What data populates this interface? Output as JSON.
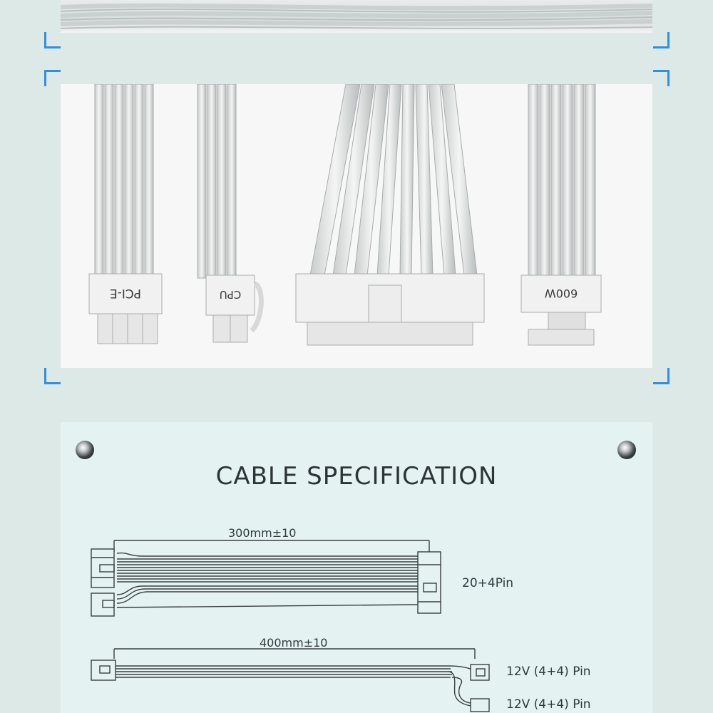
{
  "connectors": {
    "pcie": "PCI-E",
    "cpu": "CPU",
    "gpu_600w": "600W"
  },
  "spec": {
    "title": "CABLE SPECIFICATION",
    "atx": {
      "length": "300mm±10",
      "name": "20+4Pin"
    },
    "eps": {
      "length": "400mm±10",
      "name_a": "12V (4+4) Pin",
      "name_b": "12V (4+4) Pin"
    }
  },
  "colors": {
    "accent": "#2f8fe0",
    "card": "#e4f3f1",
    "background": "#dde9e7"
  }
}
